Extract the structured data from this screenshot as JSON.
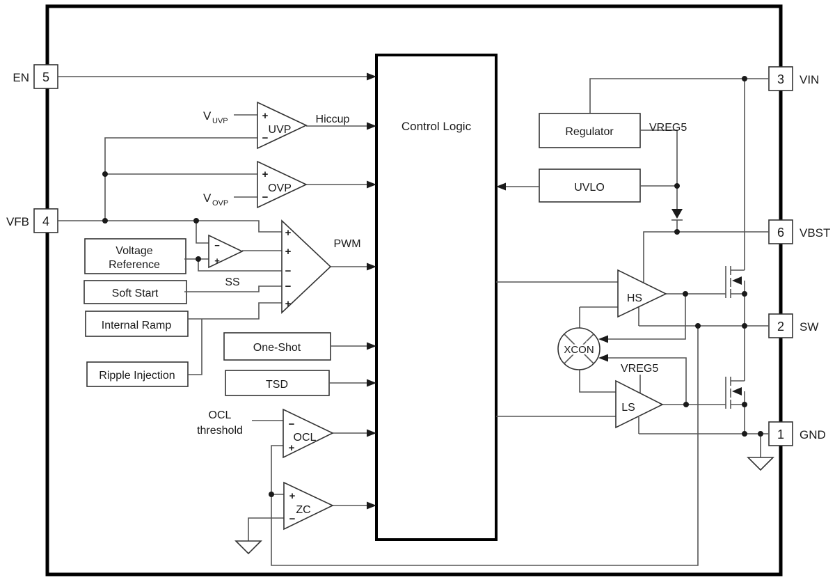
{
  "pins": {
    "en": {
      "number": "5",
      "label": "EN"
    },
    "vfb": {
      "number": "4",
      "label": "VFB"
    },
    "vin": {
      "number": "3",
      "label": "VIN"
    },
    "vbst": {
      "number": "6",
      "label": "VBST"
    },
    "sw": {
      "number": "2",
      "label": "SW"
    },
    "gnd": {
      "number": "1",
      "label": "GND"
    }
  },
  "blocks": {
    "control_logic": "Control Logic",
    "voltage_reference_line1": "Voltage",
    "voltage_reference_line2": "Reference",
    "soft_start": "Soft Start",
    "internal_ramp": "Internal Ramp",
    "ripple_injection": "Ripple Injection",
    "one_shot": "One-Shot",
    "tsd": "TSD",
    "regulator": "Regulator",
    "uvlo": "UVLO"
  },
  "comparators": {
    "uvp": "UVP",
    "ovp": "OVP",
    "ocl": "OCL",
    "zc": "ZC"
  },
  "drivers": {
    "hs": "HS",
    "ls": "LS",
    "xcon": "XCON"
  },
  "signals": {
    "hiccup": "Hiccup",
    "pwm": "PWM",
    "ss": "SS",
    "vreg5": "VREG5",
    "v_uvp_base": "V",
    "v_uvp_sub": "UVP",
    "v_ovp_base": "V",
    "v_ovp_sub": "OVP",
    "ocl_threshold_line1": "OCL",
    "ocl_threshold_line2": "threshold"
  },
  "symbols": {
    "plus": "+",
    "minus": "−"
  },
  "colors": {
    "text": "#1a1a1a",
    "wire": "#555555",
    "outline": "#333333",
    "border": "#000000"
  }
}
